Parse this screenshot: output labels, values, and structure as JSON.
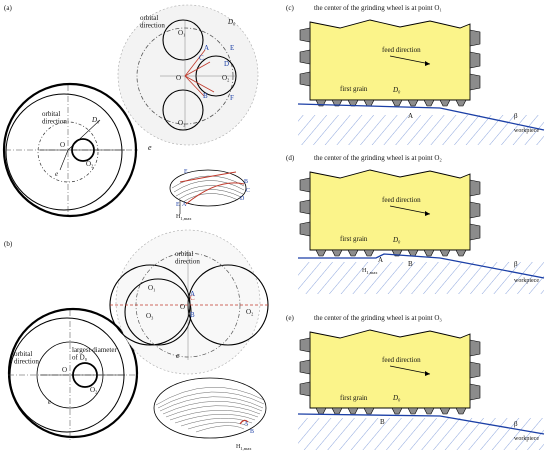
{
  "panels": {
    "a": {
      "label": "(a)",
      "orbital_direction": "orbital\ndirection",
      "orbital_direction_big": "orbital direction",
      "d0": "D₀",
      "o": "O",
      "o1": "O₁",
      "o2": "O₂",
      "o3": "O₃",
      "e": "e",
      "points": [
        "A",
        "B",
        "C",
        "D",
        "E",
        "F"
      ],
      "hmax": "H",
      "hmax_sub": "1,max"
    },
    "b": {
      "label": "(b)",
      "orbital_direction": "orbital\ndirection",
      "largest_diameter": "largest diameter\nof D₀",
      "o": "O",
      "o1": "O₁",
      "o2": "O₂",
      "o3": "O₃",
      "e": "e",
      "points": [
        "A",
        "B",
        "C"
      ],
      "hmax": "H",
      "hmax_sub": "1,max"
    },
    "c": {
      "label": "(c)",
      "title": "the center of the grinding wheel is at point O₁",
      "feed_direction": "feed direction",
      "first_grain": "first grain",
      "d0": "D₀",
      "point": "A",
      "beta": "β",
      "workpiece": "workpiece"
    },
    "d": {
      "label": "(d)",
      "title": "the center of the grinding wheel is at point O₂",
      "feed_direction": "feed direction",
      "first_grain": "first grain",
      "d0": "D₀",
      "point_a": "A",
      "point_b": "B",
      "beta": "β",
      "hmax": "H",
      "hmax_sub": "1,max",
      "workpiece": "workpiece"
    },
    "e": {
      "label": "(e)",
      "title": "the center of the grinding wheel is at point O₃",
      "feed_direction": "feed direction",
      "first_grain": "first grain",
      "d0": "D₀",
      "point": "B",
      "beta": "β",
      "workpiece": "workpiece"
    }
  },
  "colors": {
    "wheel_fill": "#fbf48a",
    "grain_fill": "#8c8c8c",
    "workpiece_line": "#1b3fa6",
    "hatch": "#6f8fd6",
    "red": "#c0392b",
    "blue_label": "#1b3fa6"
  }
}
